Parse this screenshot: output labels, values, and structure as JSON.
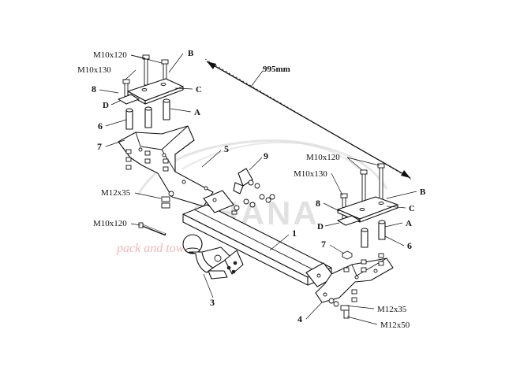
{
  "watermark": {
    "brand": "AHANA",
    "tagline": "pack and tow"
  },
  "dimension": {
    "label": "995mm"
  },
  "part_numbers": {
    "p1": "1",
    "p3": "3",
    "p4": "4",
    "p5": "5",
    "p6_left": "6",
    "p6_right": "6",
    "p7_left": "7",
    "p7_right": "7",
    "p8_left": "8",
    "p8_right": "8",
    "p9": "9"
  },
  "letters": {
    "b_left": "B",
    "c_left": "C",
    "a_left": "A",
    "d_left": "D",
    "b_right": "B",
    "c_right": "C",
    "a_right": "A",
    "d_right": "D"
  },
  "bolts": {
    "m10x120_left": "M10x120",
    "m10x130_left": "M10x130",
    "m10x120_right": "M10x120",
    "m10x130_right": "M10x130",
    "m12x35_left": "M12x35",
    "m10x120_mid": "M10x120",
    "m12x35_right": "M12x35",
    "m12x50_right": "M12x50"
  },
  "colors": {
    "line": "#111111",
    "watermark_gray": "#c9c9c9",
    "watermark_red": "#e8a0a0"
  }
}
